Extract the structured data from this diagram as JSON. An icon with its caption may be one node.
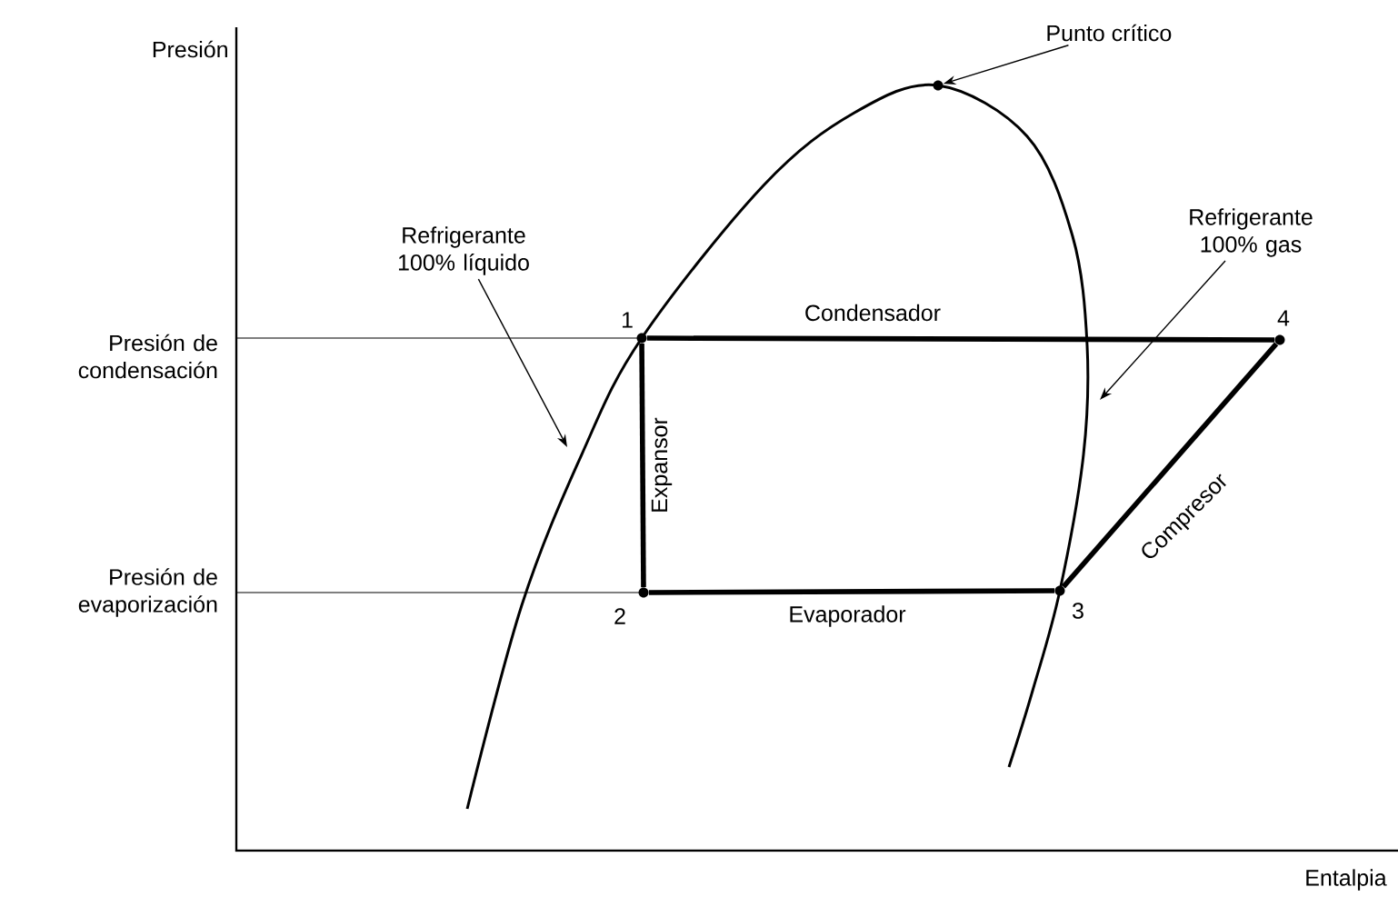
{
  "diagram": {
    "nodes": [
      {
        "text": [
          "Punto crítico"
        ]
      },
      {
        "text": [],
        "shape": "circle"
      },
      {
        "text": [
          "Refrigerante 100% líquido"
        ]
      },
      {
        "text": [
          "Refrigerante 100% gas"
        ]
      },
      {
        "text": [],
        "shape": "circle",
        "beside": [
          "1"
        ]
      },
      {
        "text": [],
        "shape": "circle",
        "beside": [
          "2"
        ]
      },
      {
        "text": [],
        "shape": "circle",
        "beside": [
          "3"
        ]
      },
      {
        "text": [],
        "shape": "circle",
        "beside": [
          "4"
        ]
      }
    ],
    "edges": [
      {
        "from": 4,
        "to": 7,
        "arrow": "none",
        "label": "Condensador"
      },
      {
        "from": 4,
        "to": 5,
        "arrow": "none",
        "label": "Expansor"
      },
      {
        "from": 5,
        "to": 6,
        "arrow": "none",
        "label": "Evaporador"
      },
      {
        "from": 6,
        "to": 7,
        "arrow": "none",
        "label": "Compresor"
      },
      {
        "from": 0,
        "to": 1,
        "arrow": "to"
      },
      {
        "from": 2,
        "to": null,
        "arrow": "to"
      },
      {
        "from": 3,
        "to": null,
        "arrow": "to"
      }
    ],
    "labels": [
      "Presión",
      "Presión de condensación",
      "Presión de evaporización",
      "Entalpia"
    ]
  }
}
